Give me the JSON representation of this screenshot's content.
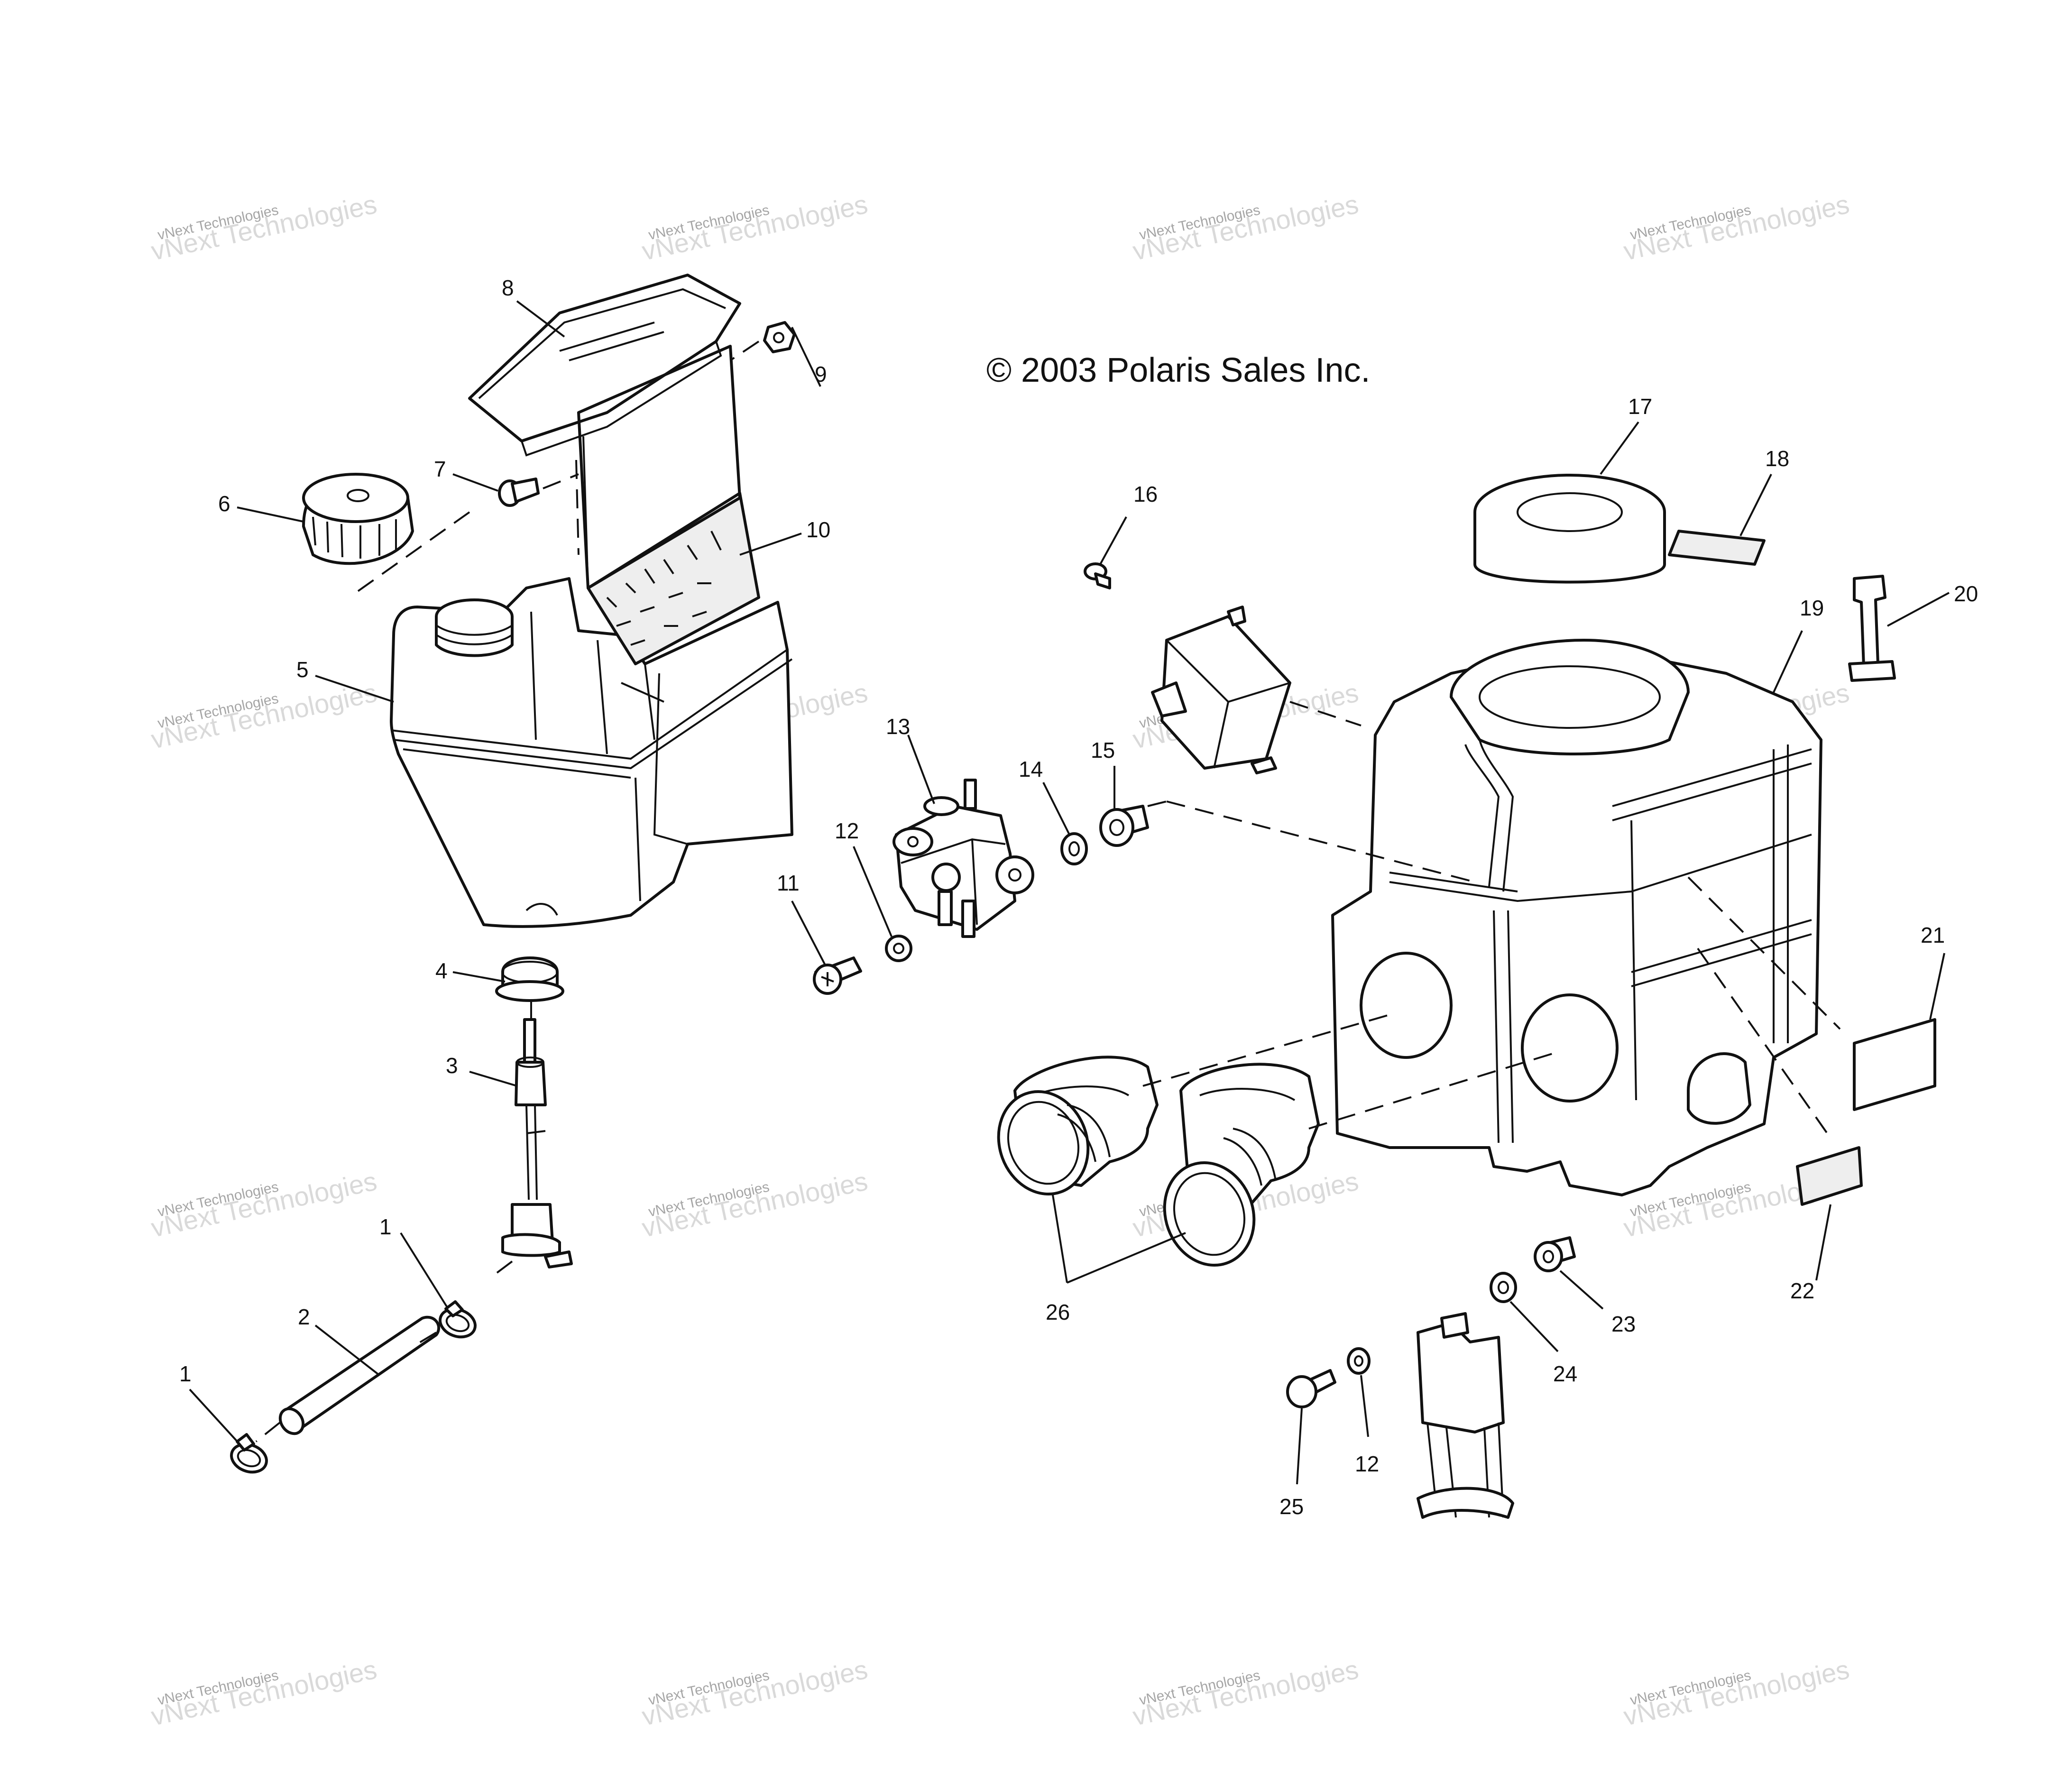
{
  "copyright": "© 2003 Polaris Sales Inc.",
  "watermark": {
    "line1": "vNext Technologies",
    "big": "vNext Technologies"
  },
  "callouts": {
    "c1a": "1",
    "c1b": "1",
    "c2": "2",
    "c3": "3",
    "c4": "4",
    "c5": "5",
    "c6": "6",
    "c7": "7",
    "c8": "8",
    "c9": "9",
    "c10": "10",
    "c11": "11",
    "c12a": "12",
    "c12b": "12",
    "c13": "13",
    "c14": "14",
    "c15": "15",
    "c16": "16",
    "c17": "17",
    "c18": "18",
    "c19": "19",
    "c20": "20",
    "c21": "21",
    "c22": "22",
    "c23": "23",
    "c24": "24",
    "c25": "25",
    "c26": "26"
  },
  "colors": {
    "line": "#111111",
    "background": "#ffffff",
    "watermark": "#888888"
  }
}
